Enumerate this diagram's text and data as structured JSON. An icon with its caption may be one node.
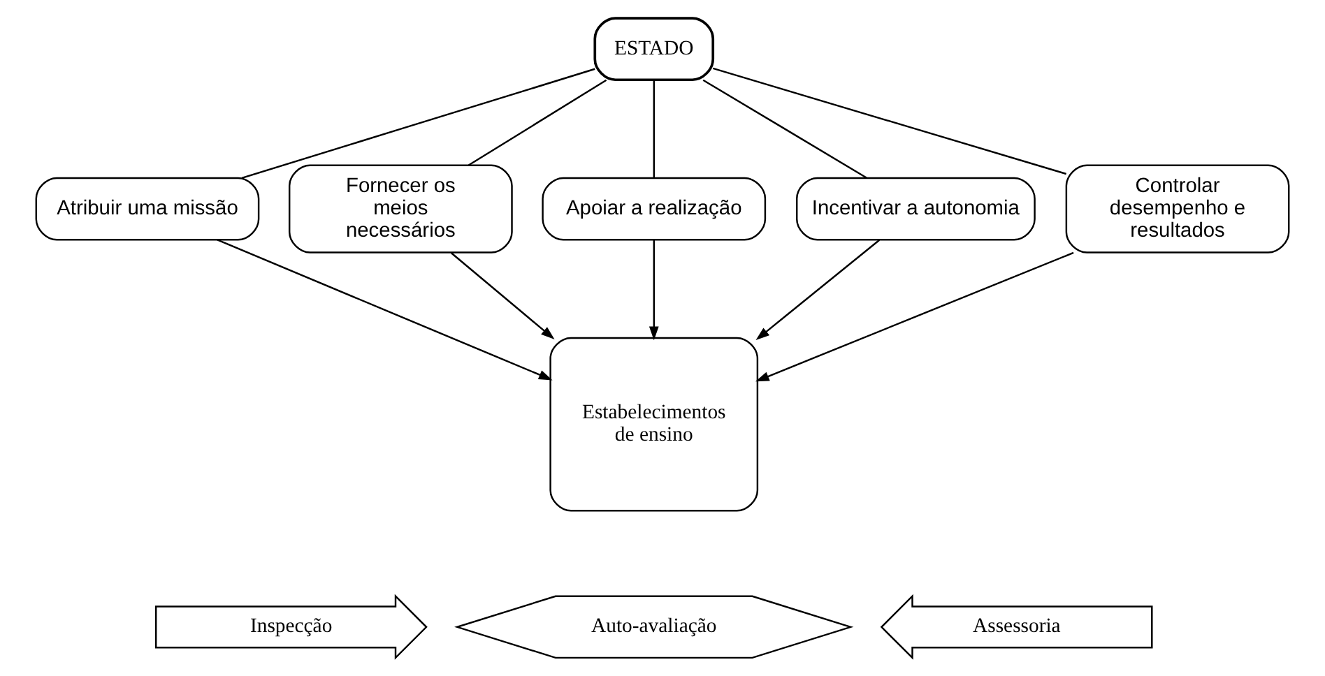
{
  "diagram": {
    "nodes": [
      {
        "text": [
          "ESTADO"
        ]
      },
      {
        "text": [
          "Atribuir uma missão"
        ]
      },
      {
        "text": [
          "Fornecer os meios necessários"
        ]
      },
      {
        "text": [
          "Apoiar a realização"
        ]
      },
      {
        "text": [
          "Incentivar a autonomia"
        ]
      },
      {
        "text": [
          "Controlar desempenho e resultados"
        ]
      },
      {
        "text": [
          "Estabelecimentos de ensino"
        ]
      },
      {
        "text": [
          "Inspecção"
        ]
      },
      {
        "text": [
          "Auto-avaliação"
        ]
      },
      {
        "text": [
          "Assessoria"
        ]
      }
    ],
    "edges": [
      {
        "from": 0,
        "to": 1,
        "arrow": "none"
      },
      {
        "from": 0,
        "to": 2,
        "arrow": "none"
      },
      {
        "from": 0,
        "to": 3,
        "arrow": "none"
      },
      {
        "from": 0,
        "to": 4,
        "arrow": "none"
      },
      {
        "from": 0,
        "to": 5,
        "arrow": "none"
      },
      {
        "from": 1,
        "to": 6,
        "arrow": "to"
      },
      {
        "from": 2,
        "to": 6,
        "arrow": "to"
      },
      {
        "from": 3,
        "to": 6,
        "arrow": "to"
      },
      {
        "from": 4,
        "to": 6,
        "arrow": "to"
      },
      {
        "from": 5,
        "to": 6,
        "arrow": "to"
      }
    ]
  }
}
